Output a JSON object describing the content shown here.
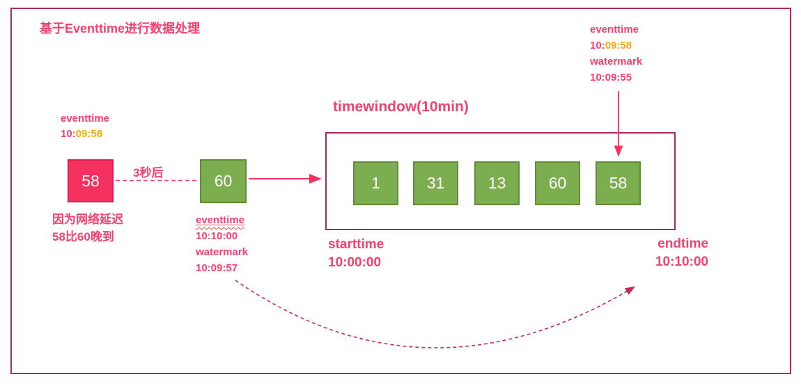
{
  "title": "基于Eventtime进行数据处理",
  "left_event": {
    "label": "eventtime",
    "time_prefix": "10:",
    "time_highlight": "09:58",
    "box_value": "58",
    "note_line1": "因为网络延迟",
    "note_line2": "58比60晚到"
  },
  "transition": {
    "label": "3秒后"
  },
  "event60": {
    "box_value": "60",
    "label": "eventtime",
    "eventtime_value": "10:10:00",
    "watermark_label": "watermark",
    "watermark_value": "10:09:57"
  },
  "window": {
    "title": "timewindow(10min)",
    "boxes": [
      "1",
      "31",
      "13",
      "60",
      "58"
    ],
    "starttime_label": "starttime",
    "starttime_value": "10:00:00",
    "endtime_label": "endtime",
    "endtime_value": "10:10:00"
  },
  "top_right": {
    "label": "eventtime",
    "time_prefix": "10:",
    "time_highlight": "09:58",
    "watermark_label": "watermark",
    "watermark_value": "10:09:55"
  },
  "colors": {
    "accent_pink": "#f4416f",
    "arrow_pink": "#f4335f",
    "gold_highlight": "#efac0e",
    "event_box_pink": "#f5325f",
    "event_box_green": "#7cae50",
    "window_border": "#a8295c",
    "slide_border": "#b12a5c",
    "curve_dash": "#c22b58"
  }
}
